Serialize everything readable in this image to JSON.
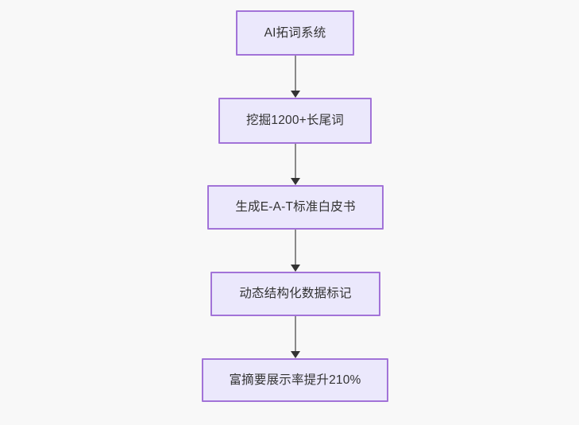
{
  "diagram": {
    "type": "flowchart",
    "direction": "top-to-bottom",
    "background_color": "#f8f8f8",
    "node_fill_color": "#ebe8fc",
    "node_border_color": "#a273d8",
    "node_text_color": "#333333",
    "edge_color": "#8a8a8a",
    "arrowhead_color": "#333333",
    "nodes": [
      {
        "id": "n1",
        "label": "AI拓词系统"
      },
      {
        "id": "n2",
        "label": "挖掘1200+长尾词"
      },
      {
        "id": "n3",
        "label": "生成E-A-T标准白皮书"
      },
      {
        "id": "n4",
        "label": "动态结构化数据标记"
      },
      {
        "id": "n5",
        "label": "富摘要展示率提升210%"
      }
    ],
    "edges": [
      {
        "from": "n1",
        "to": "n2",
        "label": ""
      },
      {
        "from": "n2",
        "to": "n3",
        "label": ""
      },
      {
        "from": "n3",
        "to": "n4",
        "label": ""
      },
      {
        "from": "n4",
        "to": "n5",
        "label": ""
      }
    ]
  }
}
